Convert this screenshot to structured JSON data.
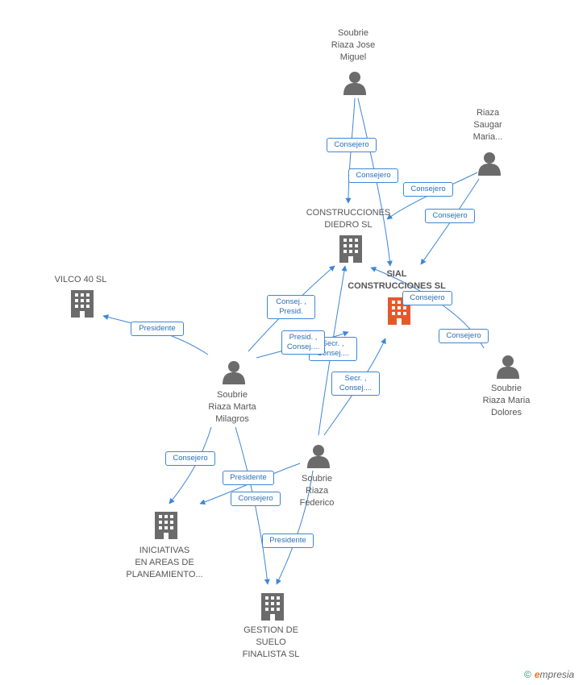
{
  "colors": {
    "edge": "#3d86d6",
    "person": "#6b6b6b",
    "company": "#6b6b6b",
    "focus_company": "#e8572c",
    "text": "#555555"
  },
  "nodes": {
    "jose_miguel": {
      "label": "Soubrie\nRiaza Jose\nMiguel",
      "icon": "person-icon"
    },
    "saugar_maria": {
      "label": "Riaza\nSaugar\nMaria...",
      "icon": "person-icon"
    },
    "diedro": {
      "label": "CONSTRUCCIONES\nDIEDRO SL",
      "icon": "building-icon"
    },
    "sial": {
      "label": "SIAL\nCONSTRUCCIONES SL",
      "icon": "building-icon"
    },
    "vilco": {
      "label": "VILCO 40 SL",
      "icon": "building-icon"
    },
    "marta": {
      "label": "Soubrie\nRiaza Marta\nMilagros",
      "icon": "person-icon"
    },
    "maria_dolores": {
      "label": "Soubrie\nRiaza Maria\nDolores",
      "icon": "person-icon"
    },
    "federico": {
      "label": "Soubrie\nRiaza\nFederico",
      "icon": "person-icon"
    },
    "iniciativas": {
      "label": "INICIATIVAS\nEN AREAS DE\nPLANEAMIENTO...",
      "icon": "building-icon"
    },
    "gestion": {
      "label": "GESTION DE\nSUELO\nFINALISTA  SL",
      "icon": "building-icon"
    }
  },
  "edge_labels": {
    "jm_diedro": "Consejero",
    "jm_sial": "Consejero",
    "sm_diedro": "Consejero",
    "sm_sial": "Consejero",
    "md_sial": "Consejero",
    "md_sial2": "Consejero",
    "marta_vilco": "Presidente",
    "marta_diedro": "Consej. ,\nPresid.",
    "marta_sial": "Presid. ,\nConsej....",
    "fed_diedro": "Secr. ,\nConsej....",
    "fed_sial": "Secr. ,\nConsej....",
    "marta_iniciativas": "Consejero",
    "fed_iniciativas": "Presidente",
    "marta_gestion": "Consejero",
    "fed_gestion": "Presidente"
  },
  "footer": {
    "copyright": "©",
    "brand_e": "e",
    "brand_rest": "mpresia"
  }
}
